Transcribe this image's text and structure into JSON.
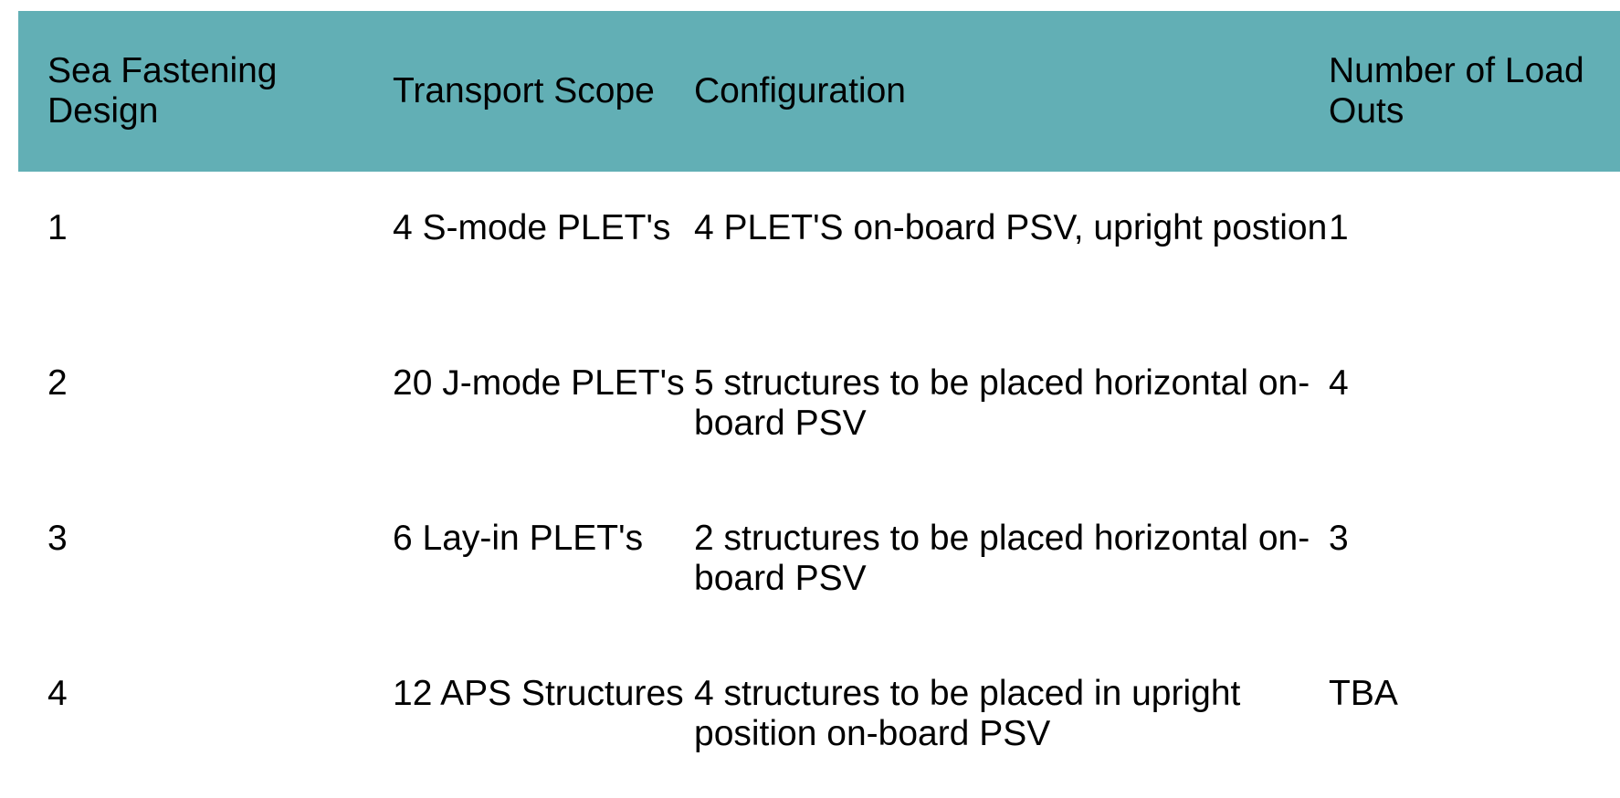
{
  "table": {
    "headers": [
      "Sea Fastening Design",
      "Transport Scope",
      "Configuration",
      "Number of Load Outs"
    ],
    "rows": [
      [
        "1",
        "4 S-mode PLET's",
        "4 PLET'S on-board PSV, upright postion",
        "1"
      ],
      [
        "2",
        "20 J-mode PLET's",
        "5 structures to be placed horizontal on-board PSV",
        "4"
      ],
      [
        "3",
        "6 Lay-in PLET's",
        "2 structures to be placed horizontal on-board PSV",
        "3"
      ],
      [
        "4",
        "12 APS Structures",
        "4 structures to be placed in upright position on-board PSV",
        "TBA"
      ]
    ]
  },
  "colors": {
    "header_bg": "#62afb5"
  }
}
